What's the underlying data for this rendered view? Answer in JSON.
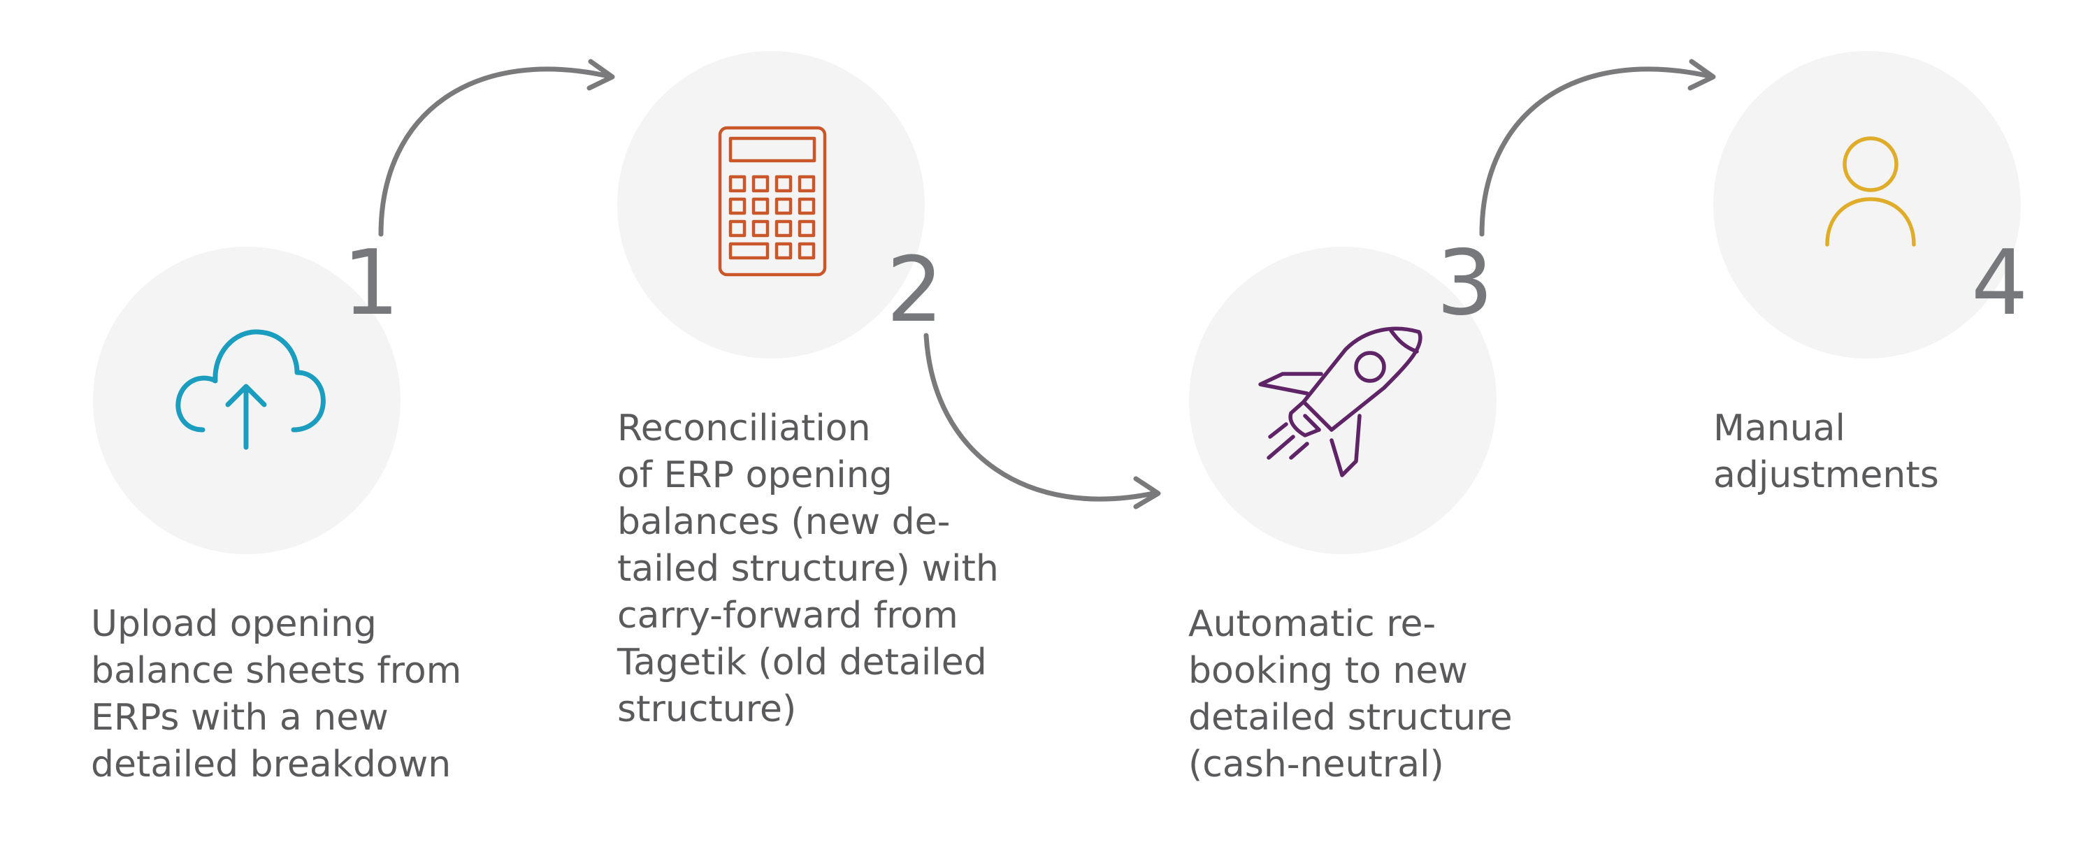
{
  "steps": [
    {
      "number": "1",
      "icon": "cloud-upload-icon",
      "icon_color": "#1b9dbf",
      "text": "Upload opening\nbalance sheets from\nERPs with a new\ndetailed breakdown"
    },
    {
      "number": "2",
      "icon": "calculator-icon",
      "icon_color": "#c9572a",
      "text": "Reconciliation\nof ERP opening\nbalances (new de-\ntailed structure) with\ncarry-forward from\nTagetik (old detailed\nstructure)"
    },
    {
      "number": "3",
      "icon": "rocket-icon",
      "icon_color": "#5e2466",
      "text": "Automatic re-\nbooking to new\ndetailed structure\n(cash-neutral)"
    },
    {
      "number": "4",
      "icon": "user-icon",
      "icon_color": "#e0ad2b",
      "text": "Manual\nadjustments"
    }
  ],
  "colors": {
    "circle_fill": "#f4f4f4",
    "number": "#77787b",
    "text": "#5a5a5c",
    "arrow": "#7a7a7c"
  }
}
